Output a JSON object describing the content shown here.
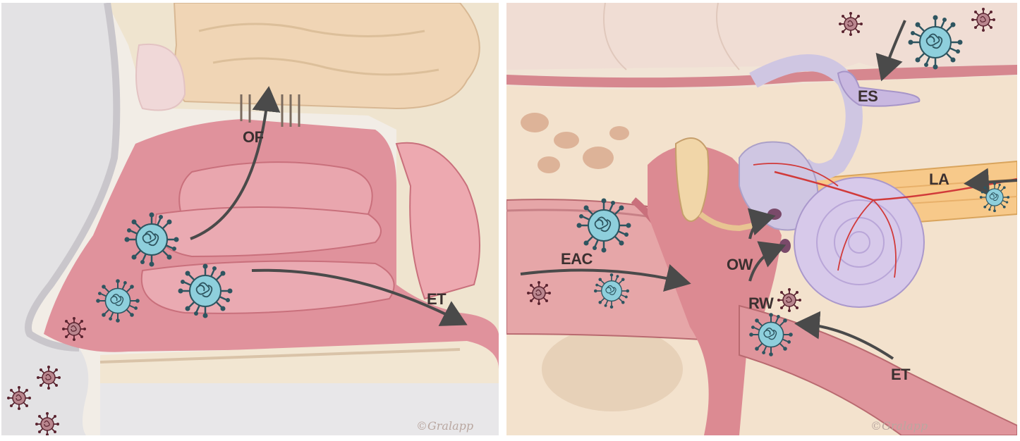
{
  "left_panel": {
    "labels": {
      "olfactory": "OF",
      "eustachian": "ET"
    },
    "signature": "©Gralapp"
  },
  "right_panel": {
    "labels": {
      "endolymphatic_sac": "ES",
      "labyrinthine_artery": "LA",
      "external_canal": "EAC",
      "oval_window": "OW",
      "round_window": "RW",
      "eustachian": "ET"
    },
    "signature": "©Gralapp"
  },
  "colors": {
    "virus_large": "#8ecfdc",
    "virus_small": "#8b3a46",
    "mucosa": "#dc8c97",
    "bone": "#f0e4cf",
    "brain": "#f0d5b5",
    "arrow": "#4a4a4a",
    "labyrinth": "#cfc6e2"
  }
}
